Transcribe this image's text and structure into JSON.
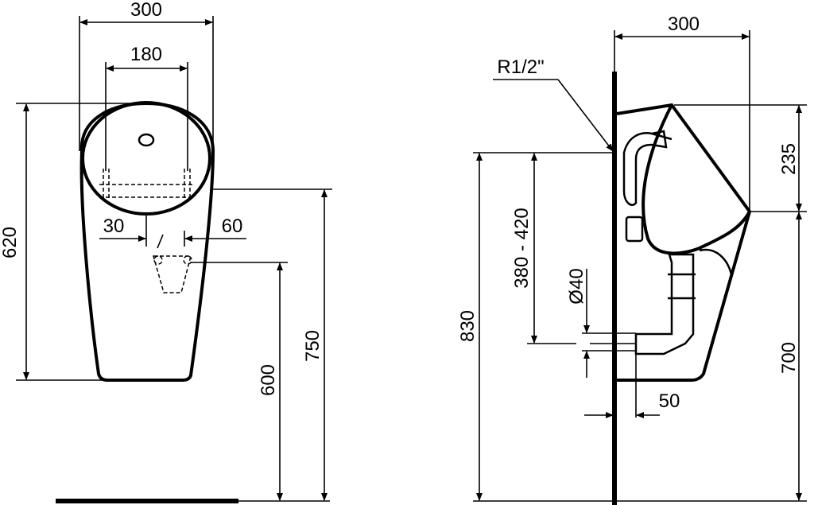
{
  "front_view": {
    "width_overall": "300",
    "bracket_spacing": "180",
    "height_overall": "620",
    "offset_left": "30",
    "offset_right": "60",
    "outlet_height": "600",
    "top_edge_height": "750"
  },
  "side_view": {
    "depth_overall": "300",
    "inlet_thread": "R1/2\"",
    "top_to_rim": "235",
    "inlet_height": "830",
    "inlet_to_outlet": "380 - 420",
    "outlet_diameter": "Ø40",
    "rim_height": "700",
    "outlet_projection": "50"
  }
}
